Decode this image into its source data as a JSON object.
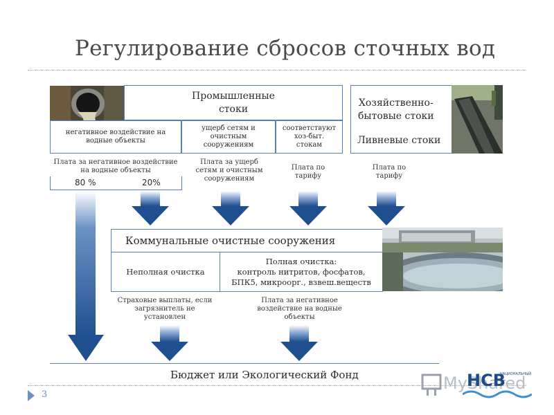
{
  "title": "Регулирование сбросов сточных вод",
  "industrial": {
    "title_line1": "Промышленные",
    "title_line2": "стоки",
    "sub_negative": "негативное воздействие на водные объекты",
    "sub_damage": "ущерб сетям и очистным сооружениям",
    "sub_match": "соответствуют хоз-быт. стокам"
  },
  "household": {
    "title_line1": "Хозяйственно-",
    "title_line2": "бытовые стоки",
    "storm": "Ливневые стоки"
  },
  "payments": {
    "negative": "Плата за негативное воздействие на водные объекты",
    "pct_left": "80 %",
    "pct_right": "20%",
    "damage": "Плата за ущерб сетям и очистным сооружениям",
    "tariff1": "Плата по тарифу",
    "tariff2": "Плата по тарифу"
  },
  "municipal": {
    "title": "Коммунальные очистные сооружения",
    "partial": "Неполная очистка",
    "full_line1": "Полная очистка:",
    "full_line2": "контроль нитритов, фосфатов,",
    "full_line3": "БПК5, микроорг., взвеш.веществ"
  },
  "bottom_labels": {
    "insurance": "Страховые выплаты, если загрязнитель не установлен",
    "negative": "Плата за негативное воздействие на водные объекты"
  },
  "budget": "Бюджет или Экологический Фонд",
  "slide_number": "3",
  "logos": {
    "myshared": "MyShared",
    "ncb": "НСВ",
    "ncb_sub": "НАЦИОНАЛЬНЫЙ"
  },
  "colors": {
    "box_border": "#5a7fc0",
    "arrow_dark": "#1f4f8f",
    "arrow_light": "#ffffff"
  }
}
